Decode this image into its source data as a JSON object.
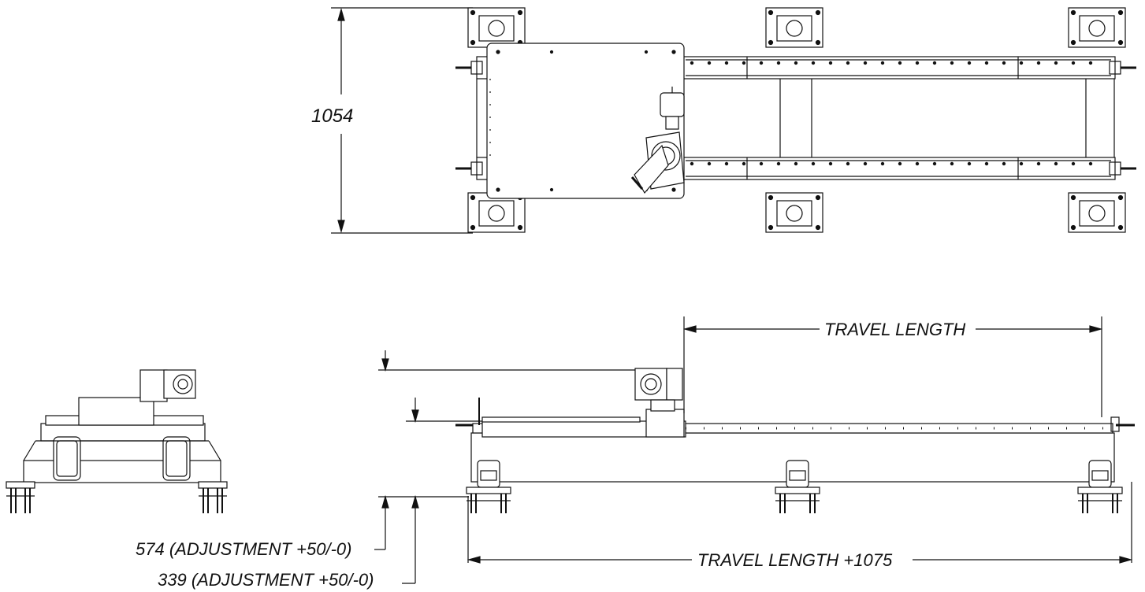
{
  "dimensions": {
    "width_label": "1054",
    "travel_length_label": "TRAVEL LENGTH",
    "total_length_label": "TRAVEL LENGTH +1075",
    "height_574_label": "574 (ADJUSTMENT +50/-0)",
    "height_339_label": "339 (ADJUSTMENT +50/-0)"
  },
  "views": [
    "top-view",
    "side-view",
    "end-view"
  ],
  "colors": {
    "line": "#111111",
    "background": "#ffffff"
  }
}
